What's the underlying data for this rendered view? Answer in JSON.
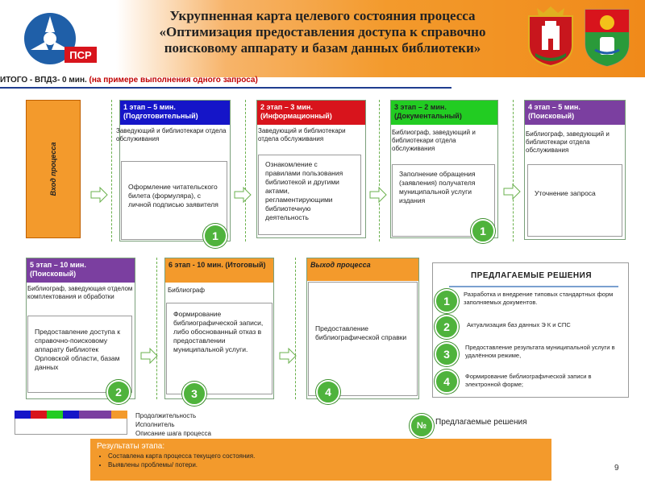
{
  "header": {
    "title_line1": "Укрупненная карта целевого состояния процесса",
    "title_line2": "«Оптимизация предоставления доступа к справочно",
    "title_line3": "поисковому аппарату и базам данных библиотеки»",
    "subtitle_prefix": "ИТОГО - ВПДЗ- 0 мин.",
    "subtitle_note": "(на примере выполнения одного запроса)"
  },
  "entry": {
    "label": "Вход процесса"
  },
  "stages": [
    {
      "head": "1 этап – 5 мин. (Подготовительный)",
      "color": "#1515c8",
      "role": "Заведующий и библиотекари отдела обслуживания",
      "desc": "Оформление читательского билета (формуляра), с личной подписью заявителя",
      "badge": "1"
    },
    {
      "head": "2 этап – 3 мин. (Информационный)",
      "color": "#d8141c",
      "role": "Заведующий и библиотекари отдела обслуживания",
      "desc": "Ознакомление с правилами пользования библиотекой и другими актами, регламентирующими библиотечную деятельность",
      "badge": ""
    },
    {
      "head": "3 этап – 2 мин. (Документальный)",
      "color": "#22cc22",
      "role": "Библиограф, заведующий и библиотекари отдела обслуживания",
      "desc": "Заполнение обращения (заявления) получателя муниципальной услуги издания",
      "badge": "1"
    },
    {
      "head": "4 этап – 5 мин. (Поисковый)",
      "color": "#7b3fa0",
      "role": "Библиограф, заведующий и библиотекари отдела обслуживания",
      "desc": "Уточнение запроса",
      "badge": ""
    },
    {
      "head": "5 этап – 10 мин. (Поисковый)",
      "color": "#7b3fa0",
      "role": "Библиограф, заведующая отделом комплектования и обработки",
      "desc": "Предоставление доступа к справочно-поисковому аппарату библиотек Орловской области, базам данных",
      "badge": "2"
    },
    {
      "head": "6 этап - 10 мин. (Итоговый)",
      "color": "#f39a2c",
      "role": "Библиограф",
      "desc": "Формирование библиографической записи, либо обоснованный отказ в предоставлении муниципальной услуги.",
      "badge": "3"
    }
  ],
  "exit": {
    "head": "Выход процесса",
    "color": "#f39a2c",
    "desc": "Предоставление библиографической справки",
    "badge": "4"
  },
  "solutions": {
    "title": "ПРЕДЛАГАЕМЫЕ РЕШЕНИЯ",
    "items": [
      {
        "num": "1",
        "text": "Разработка и внедрение типовых стандартных форм заполняемых документов."
      },
      {
        "num": "2",
        "text": "Актуализация баз данных Э К и СПС"
      },
      {
        "num": "3",
        "text": "Предоставление результата муниципальной услуги в удалённом режиме,"
      },
      {
        "num": "4",
        "text": "Формирование библиографической записи в электронной форме;"
      }
    ]
  },
  "legend": {
    "duration": "Продолжительность",
    "executor": "Исполнитель",
    "description": "Описание шага процесса",
    "badge_symbol": "№",
    "badge_label": "Предлагаемые решения",
    "colors": [
      "#1515c8",
      "#d8141c",
      "#22cc22",
      "#1515c8",
      "#7b3fa0",
      "#f39a2c"
    ]
  },
  "results": {
    "title": "Результаты этапа:",
    "items": [
      "Составлена карта процесса текущего состояния.",
      "Выявлены проблемы/ потери."
    ]
  },
  "page": {
    "number": "9"
  }
}
